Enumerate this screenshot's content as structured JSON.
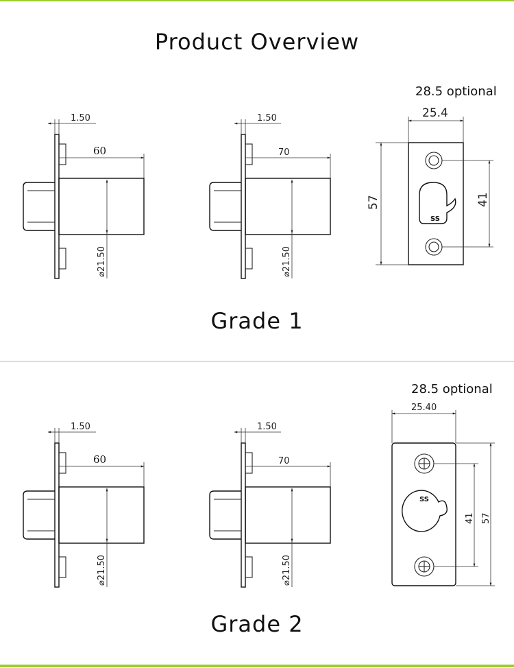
{
  "page": {
    "title": "Product Overview",
    "grade1_label": "Grade 1",
    "grade2_label": "Grade 2"
  },
  "grade1": {
    "latch60": {
      "flange": "1.50",
      "length": "60",
      "diameter": "21.50"
    },
    "latch70": {
      "flange": "1.50",
      "length": "70",
      "diameter": "21.50"
    },
    "faceplate": {
      "optional": "28.5 optional",
      "width": "25.4",
      "height": "57",
      "hole_spacing": "41",
      "logo": "SS"
    }
  },
  "grade2": {
    "latch60": {
      "flange": "1.50",
      "length": "60",
      "diameter": "21.50"
    },
    "latch70": {
      "flange": "1.50",
      "length": "70",
      "diameter": "21.50"
    },
    "faceplate": {
      "optional": "28.5 optional",
      "width": "25.40",
      "height": "57",
      "hole_spacing": "41",
      "logo": "SS"
    }
  },
  "diameter_symbol": "⌀",
  "colors": {
    "accent_line": "#9ccc2c",
    "divider": "#dcdcdc",
    "ink": "#111111"
  }
}
